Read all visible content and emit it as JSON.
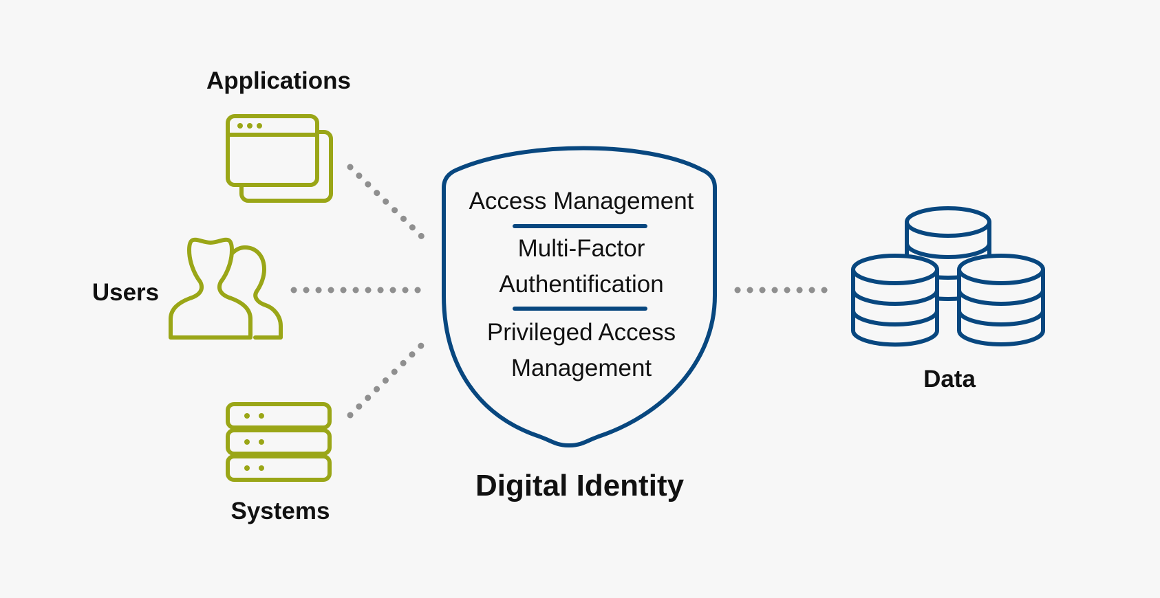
{
  "colors": {
    "background": "#f7f7f7",
    "green": "#9aa617",
    "blue": "#08477f",
    "connector": "#8f8f8f"
  },
  "left_nodes": [
    {
      "label": "Applications",
      "icon": "application-windows-icon"
    },
    {
      "label": "Users",
      "icon": "users-icon"
    },
    {
      "label": "Systems",
      "icon": "server-stack-icon"
    }
  ],
  "center": {
    "title": "Digital Identity",
    "icon": "shield-icon",
    "items": [
      "Access Management",
      "Multi-Factor Authentification",
      "Privileged Access Management"
    ]
  },
  "right_node": {
    "label": "Data",
    "icon": "database-icon"
  }
}
